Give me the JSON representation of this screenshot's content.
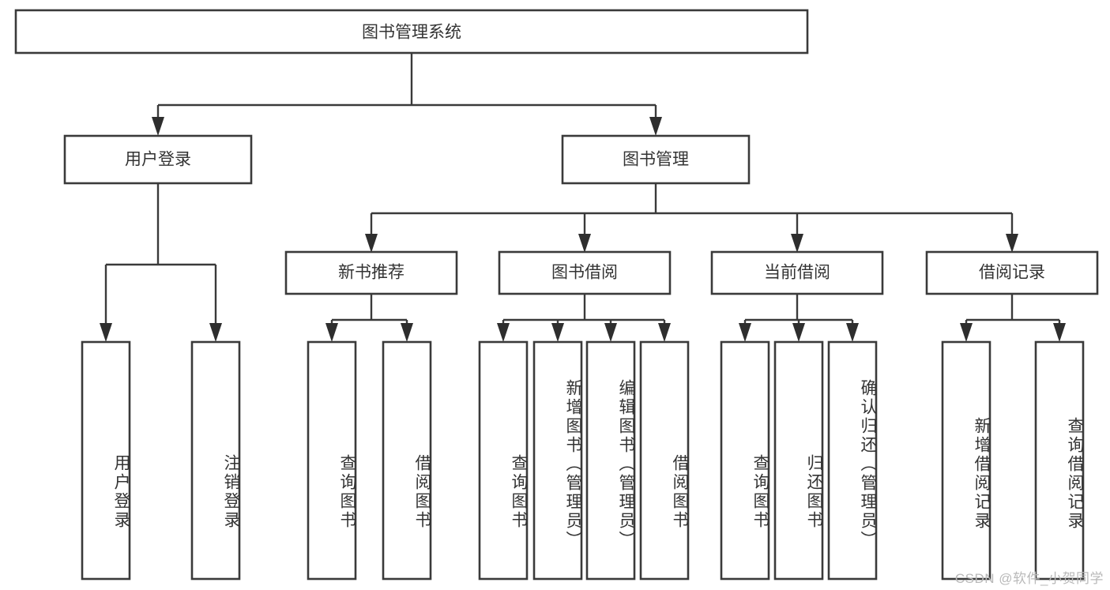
{
  "diagram": {
    "type": "tree-hierarchy-chart",
    "title": "图书管理系统",
    "watermark": "CSDN @软件_小贺同学",
    "colors": {
      "box_stroke": "#3a3a3a",
      "box_fill": "#ffffff",
      "connector": "#3a3a3a",
      "text": "#333333",
      "watermark": "#b9b9b9",
      "background": "#ffffff"
    },
    "root": {
      "label": "图书管理系统"
    },
    "level2": [
      {
        "label": "用户登录"
      },
      {
        "label": "图书管理"
      }
    ],
    "level3": [
      {
        "label": "新书推荐"
      },
      {
        "label": "图书借阅"
      },
      {
        "label": "当前借阅"
      },
      {
        "label": "借阅记录"
      }
    ],
    "leaves": {
      "user_login": [
        {
          "label": "用户登录"
        },
        {
          "label": "注销登录"
        }
      ],
      "new_book_recommend": [
        {
          "label": "查询图书"
        },
        {
          "label": "借阅图书"
        }
      ],
      "book_borrow": [
        {
          "label": "查询图书"
        },
        {
          "label": "新增图书（管理员）"
        },
        {
          "label": "编辑图书（管理员）"
        },
        {
          "label": "借阅图书"
        }
      ],
      "current_borrow": [
        {
          "label": "查询图书"
        },
        {
          "label": "归还图书"
        },
        {
          "label": "确认归还（管理员）"
        }
      ],
      "borrow_record": [
        {
          "label": "新增借阅记录"
        },
        {
          "label": "查询借阅记录"
        }
      ]
    }
  }
}
